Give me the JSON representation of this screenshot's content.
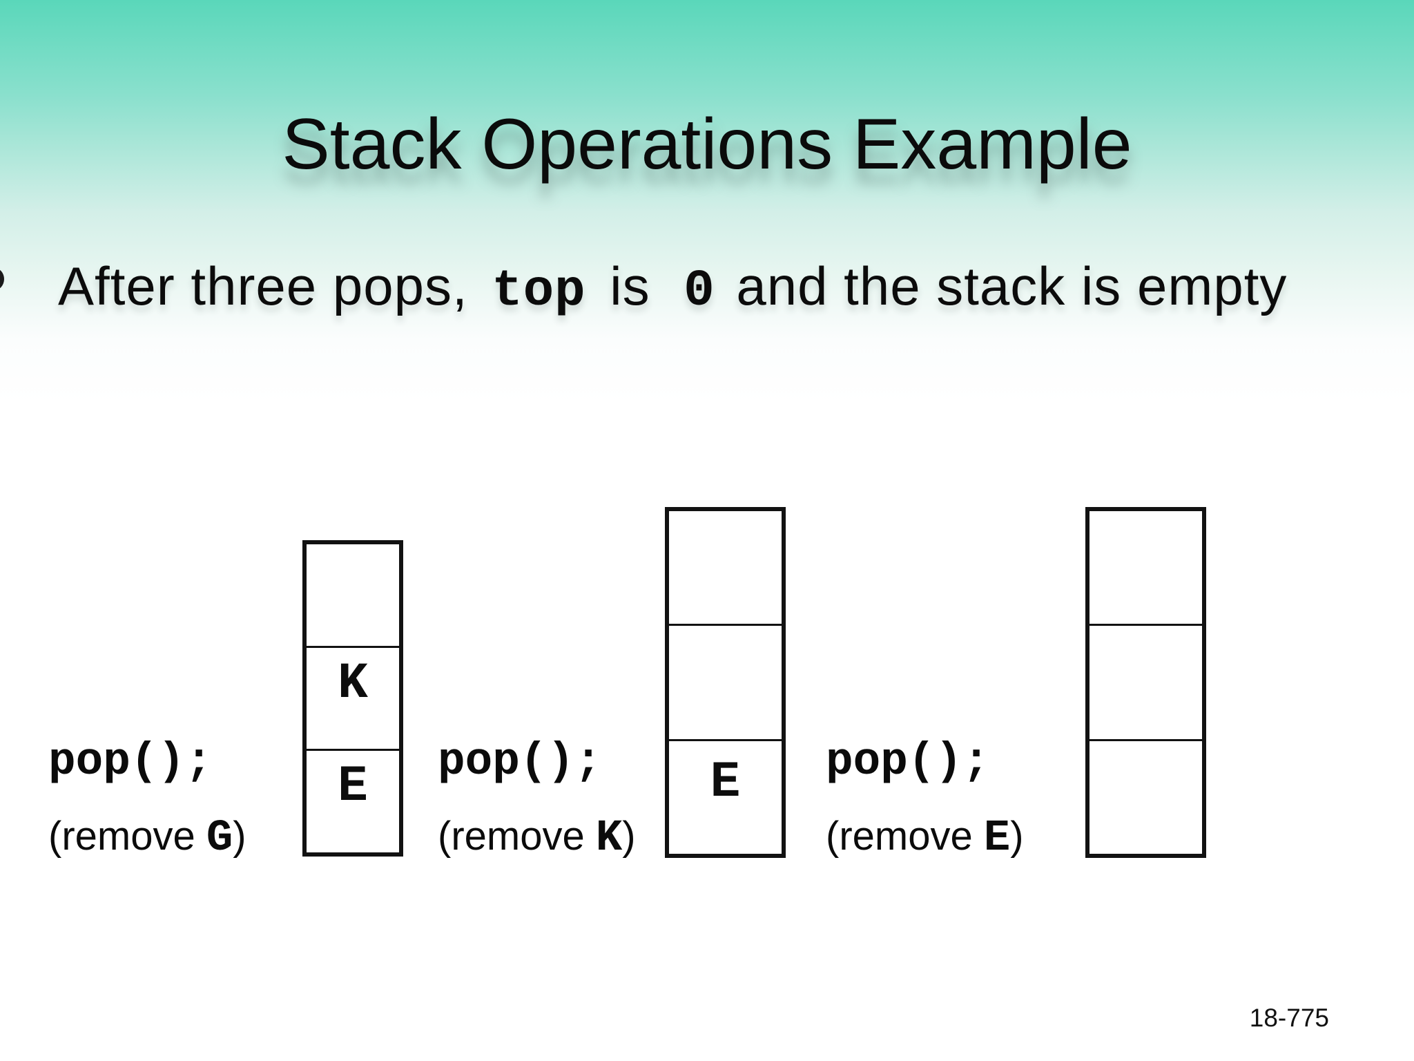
{
  "slide": {
    "title": "Stack Operations Example",
    "subtitle": {
      "parts": [
        {
          "text": "After three pops, ",
          "style": "sans"
        },
        {
          "text": "top",
          "style": "mono"
        },
        {
          "text": " is ",
          "style": "sans"
        },
        {
          "text": "0",
          "style": "mono"
        },
        {
          "text": " and the stack is empty",
          "style": "sans"
        }
      ]
    },
    "page_number": "18-775"
  },
  "steps": [
    {
      "code": "pop();",
      "caption_prefix": "(remove ",
      "removed": "G",
      "caption_suffix": ")",
      "cells": [
        "",
        "K",
        "E"
      ]
    },
    {
      "code": "pop();",
      "caption_prefix": "(remove ",
      "removed": "K",
      "caption_suffix": ")",
      "cells": [
        "",
        "",
        "E"
      ]
    },
    {
      "code": "pop();",
      "caption_prefix": "(remove ",
      "removed": "E",
      "caption_suffix": ")",
      "cells": [
        "",
        "",
        ""
      ]
    }
  ],
  "colors": {
    "background_top": "#5ad7ba",
    "background_bottom": "#ffffff",
    "ink": "#0d0d0d"
  }
}
